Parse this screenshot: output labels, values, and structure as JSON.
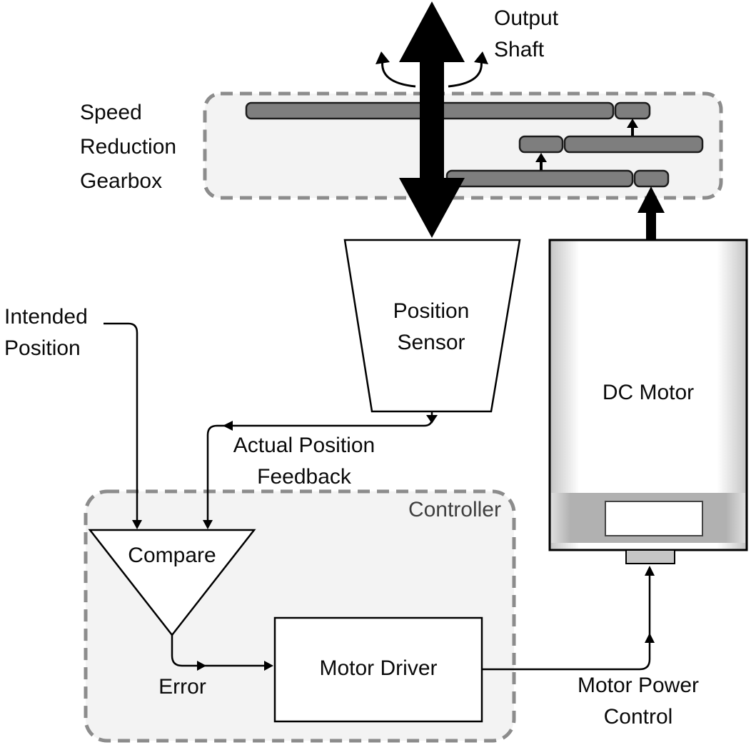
{
  "diagram": {
    "labels": {
      "output_shaft": "Output\nShaft",
      "gearbox": "Speed\nReduction\nGearbox",
      "position_sensor": "Position\nSensor",
      "dc_motor": "DC Motor",
      "intended_position": "Intended\nPosition",
      "actual_position_feedback": "Actual Position\nFeedback",
      "controller": "Controller",
      "compare": "Compare",
      "error": "Error",
      "motor_driver": "Motor Driver",
      "motor_power_control": "Motor Power\nControl"
    },
    "colors": {
      "gear_fill": "#7e7e7e",
      "panel_fill": "#f3f3f3",
      "dash_stroke": "#8c8c8c",
      "arrow": "#000000",
      "shape_fill": "#ffffff",
      "motor_band": "#b1b1b1",
      "motor_tab": "#c6c6c6"
    }
  }
}
